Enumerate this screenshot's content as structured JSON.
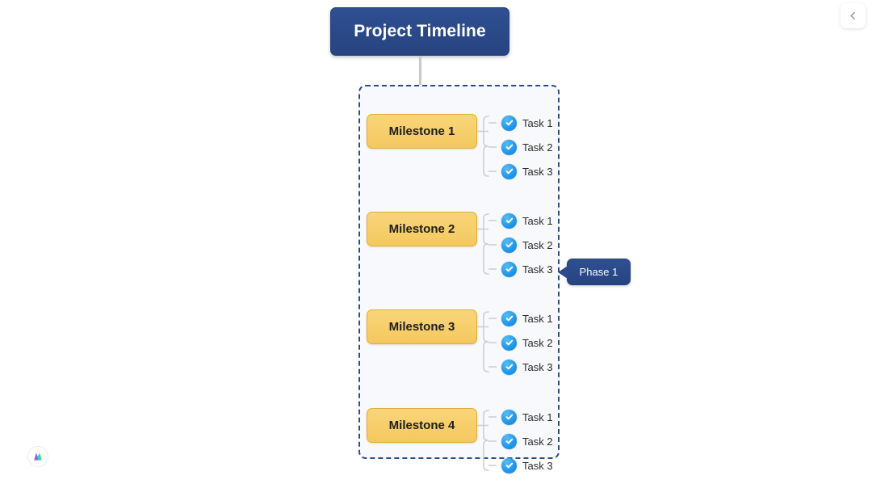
{
  "app": {
    "background_color": "#ffffff",
    "accent_navy": "#2b4b8c",
    "accent_amber": "#f7d071",
    "accent_blue": "#2196ec"
  },
  "root": {
    "title": "Project Timeline"
  },
  "phase_container": {
    "callout_label": "Phase 1",
    "border_style": "dashed",
    "border_color": "#2b4b8c",
    "fill_color": "#f8f9fc"
  },
  "milestones": [
    {
      "label": "Milestone 1",
      "tasks": [
        {
          "label": "Task 1",
          "icon": "check-circle-icon",
          "state": "complete"
        },
        {
          "label": "Task 2",
          "icon": "check-circle-icon",
          "state": "complete"
        },
        {
          "label": "Task 3",
          "icon": "check-circle-icon",
          "state": "complete"
        }
      ]
    },
    {
      "label": "Milestone 2",
      "tasks": [
        {
          "label": "Task 1",
          "icon": "check-circle-icon",
          "state": "complete"
        },
        {
          "label": "Task 2",
          "icon": "check-circle-icon",
          "state": "complete"
        },
        {
          "label": "Task 3",
          "icon": "check-circle-icon",
          "state": "complete"
        }
      ]
    },
    {
      "label": "Milestone 3",
      "tasks": [
        {
          "label": "Task 1",
          "icon": "check-circle-icon",
          "state": "complete"
        },
        {
          "label": "Task 2",
          "icon": "check-circle-icon",
          "state": "complete"
        },
        {
          "label": "Task 3",
          "icon": "check-circle-icon",
          "state": "complete"
        }
      ]
    },
    {
      "label": "Milestone 4",
      "tasks": [
        {
          "label": "Task 1",
          "icon": "check-circle-icon",
          "state": "complete"
        },
        {
          "label": "Task 2",
          "icon": "check-circle-icon",
          "state": "complete"
        },
        {
          "label": "Task 3",
          "icon": "check-circle-icon",
          "state": "complete"
        }
      ]
    }
  ],
  "controls": {
    "collapse_icon": "chevron-left-icon"
  },
  "branding": {
    "logo_icon": "brand-mark-icon"
  }
}
